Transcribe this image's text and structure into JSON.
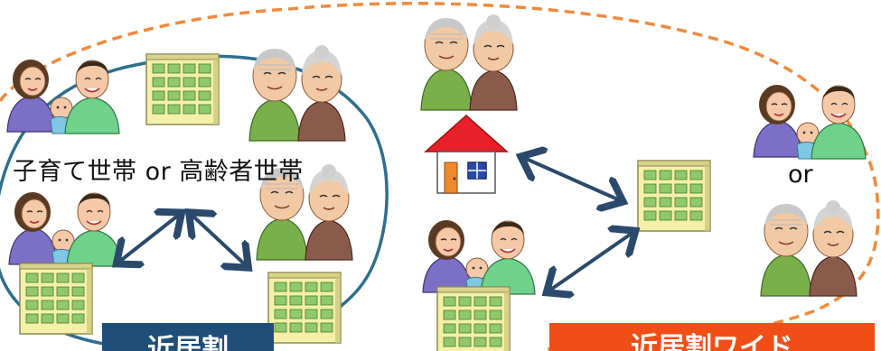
{
  "labels": {
    "household": "子育て世帯 or 高齢者世帯",
    "or": "or"
  },
  "badges": {
    "kinkyowari": "近居割",
    "kinkyowari_wide": "近居割ワイド"
  },
  "colors": {
    "ellipse_blue": "#2e6e8e",
    "dashed_orange": "#f08a3c",
    "arrow_navy": "#2b4a6b",
    "badge_navy": "#1f4e79",
    "badge_orange": "#f04e16",
    "house_roof": "#e8202a",
    "building_yellow": "#f4f0a8",
    "window_green": "#8fc96a"
  },
  "icons": {
    "family": "parent-with-baby-icon",
    "elderly": "elderly-couple-icon",
    "apartment": "apartment-building-icon",
    "house": "house-icon"
  }
}
